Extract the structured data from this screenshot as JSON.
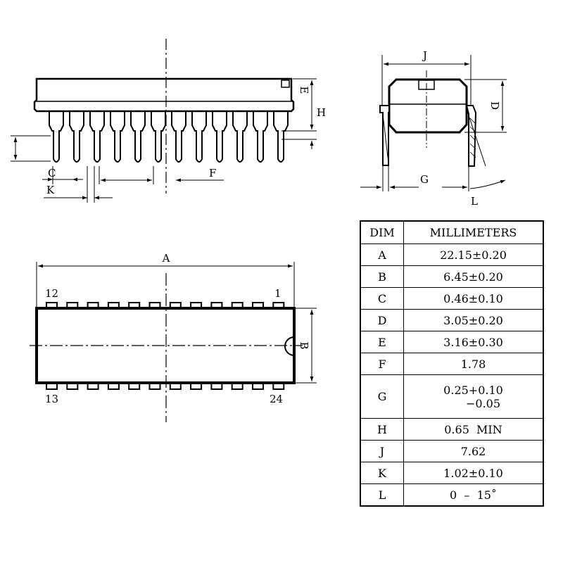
{
  "front_view": {
    "labels": {
      "c": "C",
      "k": "K",
      "f": "F",
      "e": "E",
      "h": "H"
    }
  },
  "side_view": {
    "labels": {
      "j": "J",
      "d": "D",
      "g": "G",
      "l": "L"
    }
  },
  "top_view": {
    "labels": {
      "a": "A",
      "b": "B",
      "pin_12": "12",
      "pin_1": "1",
      "pin_13": "13",
      "pin_24": "24"
    }
  },
  "table": {
    "header": {
      "dim": "DIM",
      "unit": "MILLIMETERS"
    },
    "rows": [
      {
        "dim": "A",
        "value": "22.15±0.20"
      },
      {
        "dim": "B",
        "value": "6.45±0.20"
      },
      {
        "dim": "C",
        "value": "0.46±0.10"
      },
      {
        "dim": "D",
        "value": "3.05±0.20"
      },
      {
        "dim": "E",
        "value": "3.16±0.30"
      },
      {
        "dim": "F",
        "value": "1.78"
      },
      {
        "dim": "G",
        "value_line1": "0.25+0.10",
        "value_line2": "−0.05"
      },
      {
        "dim": "H",
        "value": "0.65  MIN"
      },
      {
        "dim": "J",
        "value": "7.62"
      },
      {
        "dim": "K",
        "value": "1.02±0.10"
      },
      {
        "dim": "L",
        "value": "0  –  15˚"
      }
    ]
  }
}
